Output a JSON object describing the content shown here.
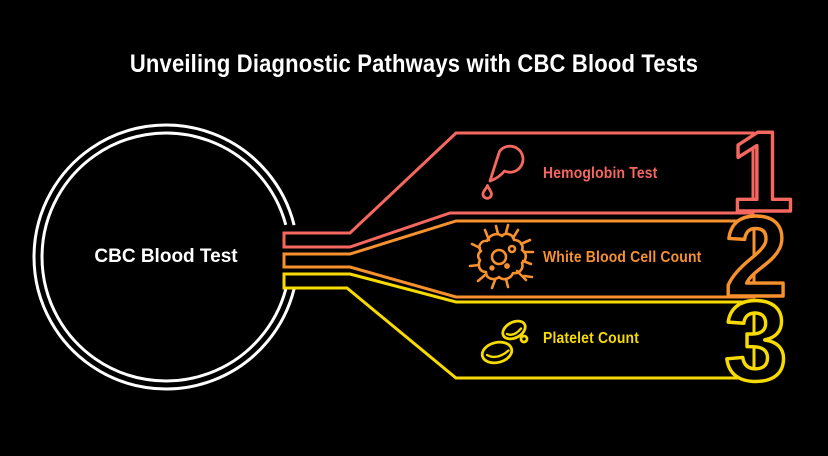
{
  "title": "Unveiling Diagnostic Pathways with CBC Blood Tests",
  "center_node": {
    "label": "CBC Blood Test"
  },
  "colors": {
    "background": "#000000",
    "circle": "#ffffff",
    "red": "#f5675f",
    "orange": "#f6912e",
    "yellow": "#f7db00"
  },
  "branches": [
    {
      "number": "1",
      "label": "Hemoglobin Test",
      "color": "#f5675f",
      "icon": "blood-drop-icon"
    },
    {
      "number": "2",
      "label": "White Blood Cell Count",
      "color": "#f6912e",
      "icon": "white-blood-cell-icon"
    },
    {
      "number": "3",
      "label": "Platelet Count",
      "color": "#f7db00",
      "icon": "platelets-icon"
    }
  ]
}
